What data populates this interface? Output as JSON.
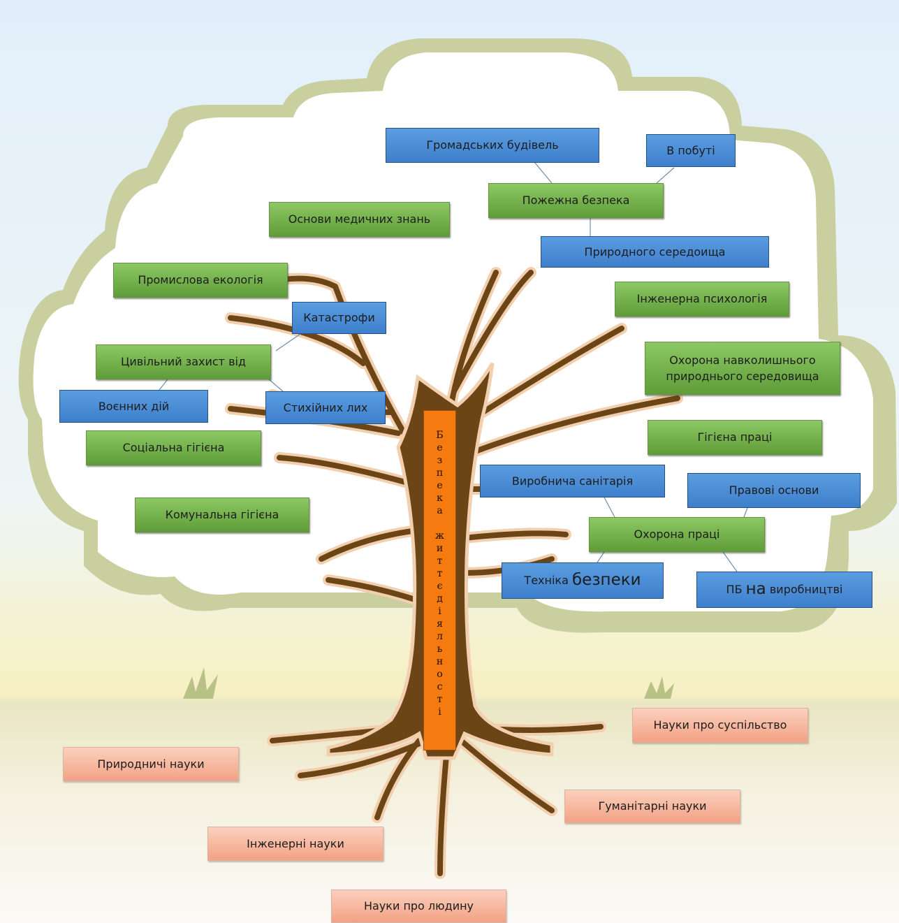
{
  "trunk": {
    "title": "Безпека життєдіяльності"
  },
  "boxes": {
    "gromadskykh": "Громадських будівель",
    "v_pobuti": "В побуті",
    "pozhezhna": "Пожежна безпека",
    "osnovy_med": "Основи медичних знань",
    "pryrodnogo_ser": "Природного середоища",
    "promyslova": "Промислова екологія",
    "inzh_psykh": "Інженерна психологія",
    "katastrofy": "Катастрофи",
    "tsyvilnyi": "Цивільний захист від",
    "okhorona_navk": "Охорона навколишнього природнього середовища",
    "voiennykh": "Воєнних дій",
    "stykhiinykh": "Стихійних лих",
    "sotsialna": "Соціальна гігієна",
    "gigiena_pratsi": "Гігієна праці",
    "vyrobnycha": "Виробнича санітарія",
    "pravovi": "Правові основи",
    "komunalna": "Комунальна гігієна",
    "okhorona_pratsi": "Охорона праці",
    "tekhnika_a": "Техніка",
    "tekhnika_b": "безпеки",
    "pb_a": "ПБ",
    "pb_b": "на",
    "pb_c": "виробництві"
  },
  "roots": {
    "nauky_suspilstvo": "Науки про суспільство",
    "pryrodnychi": "Природничі науки",
    "gumanitarni": "Гуманітарні науки",
    "inzhenerni": "Інженерні науки",
    "nauky_liudynu": "Науки про людину"
  },
  "colors": {
    "green_box": "#6fae47",
    "blue_box": "#4a8dd8",
    "salmon_box": "#f6b49a",
    "trunk_label": "#f57b10",
    "tree": "#6b4516",
    "branch_outline": "#f3d2b4",
    "crown_border": "#c8cf9c",
    "sky": "#dcecfa",
    "ground": "#f2ecc8"
  }
}
